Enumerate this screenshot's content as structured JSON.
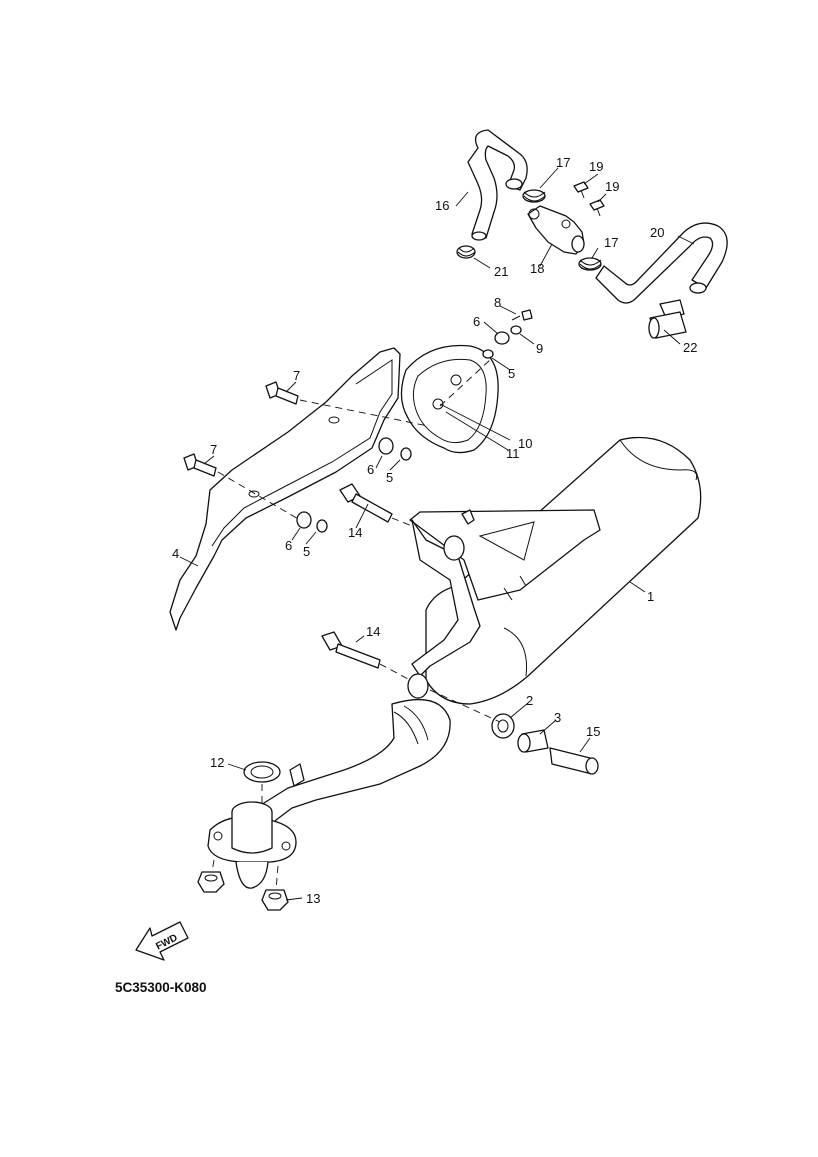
{
  "diagram": {
    "code": "5C35300-K080",
    "fwd_label": "FWD",
    "callouts": [
      "1",
      "2",
      "3",
      "4",
      "5",
      "5",
      "5",
      "6",
      "6",
      "6",
      "7",
      "7",
      "8",
      "9",
      "10",
      "11",
      "12",
      "13",
      "14",
      "14",
      "15",
      "16",
      "17",
      "17",
      "18",
      "19",
      "19",
      "20",
      "21",
      "22"
    ]
  },
  "colors": {
    "line": "#111111",
    "background": "#ffffff"
  }
}
